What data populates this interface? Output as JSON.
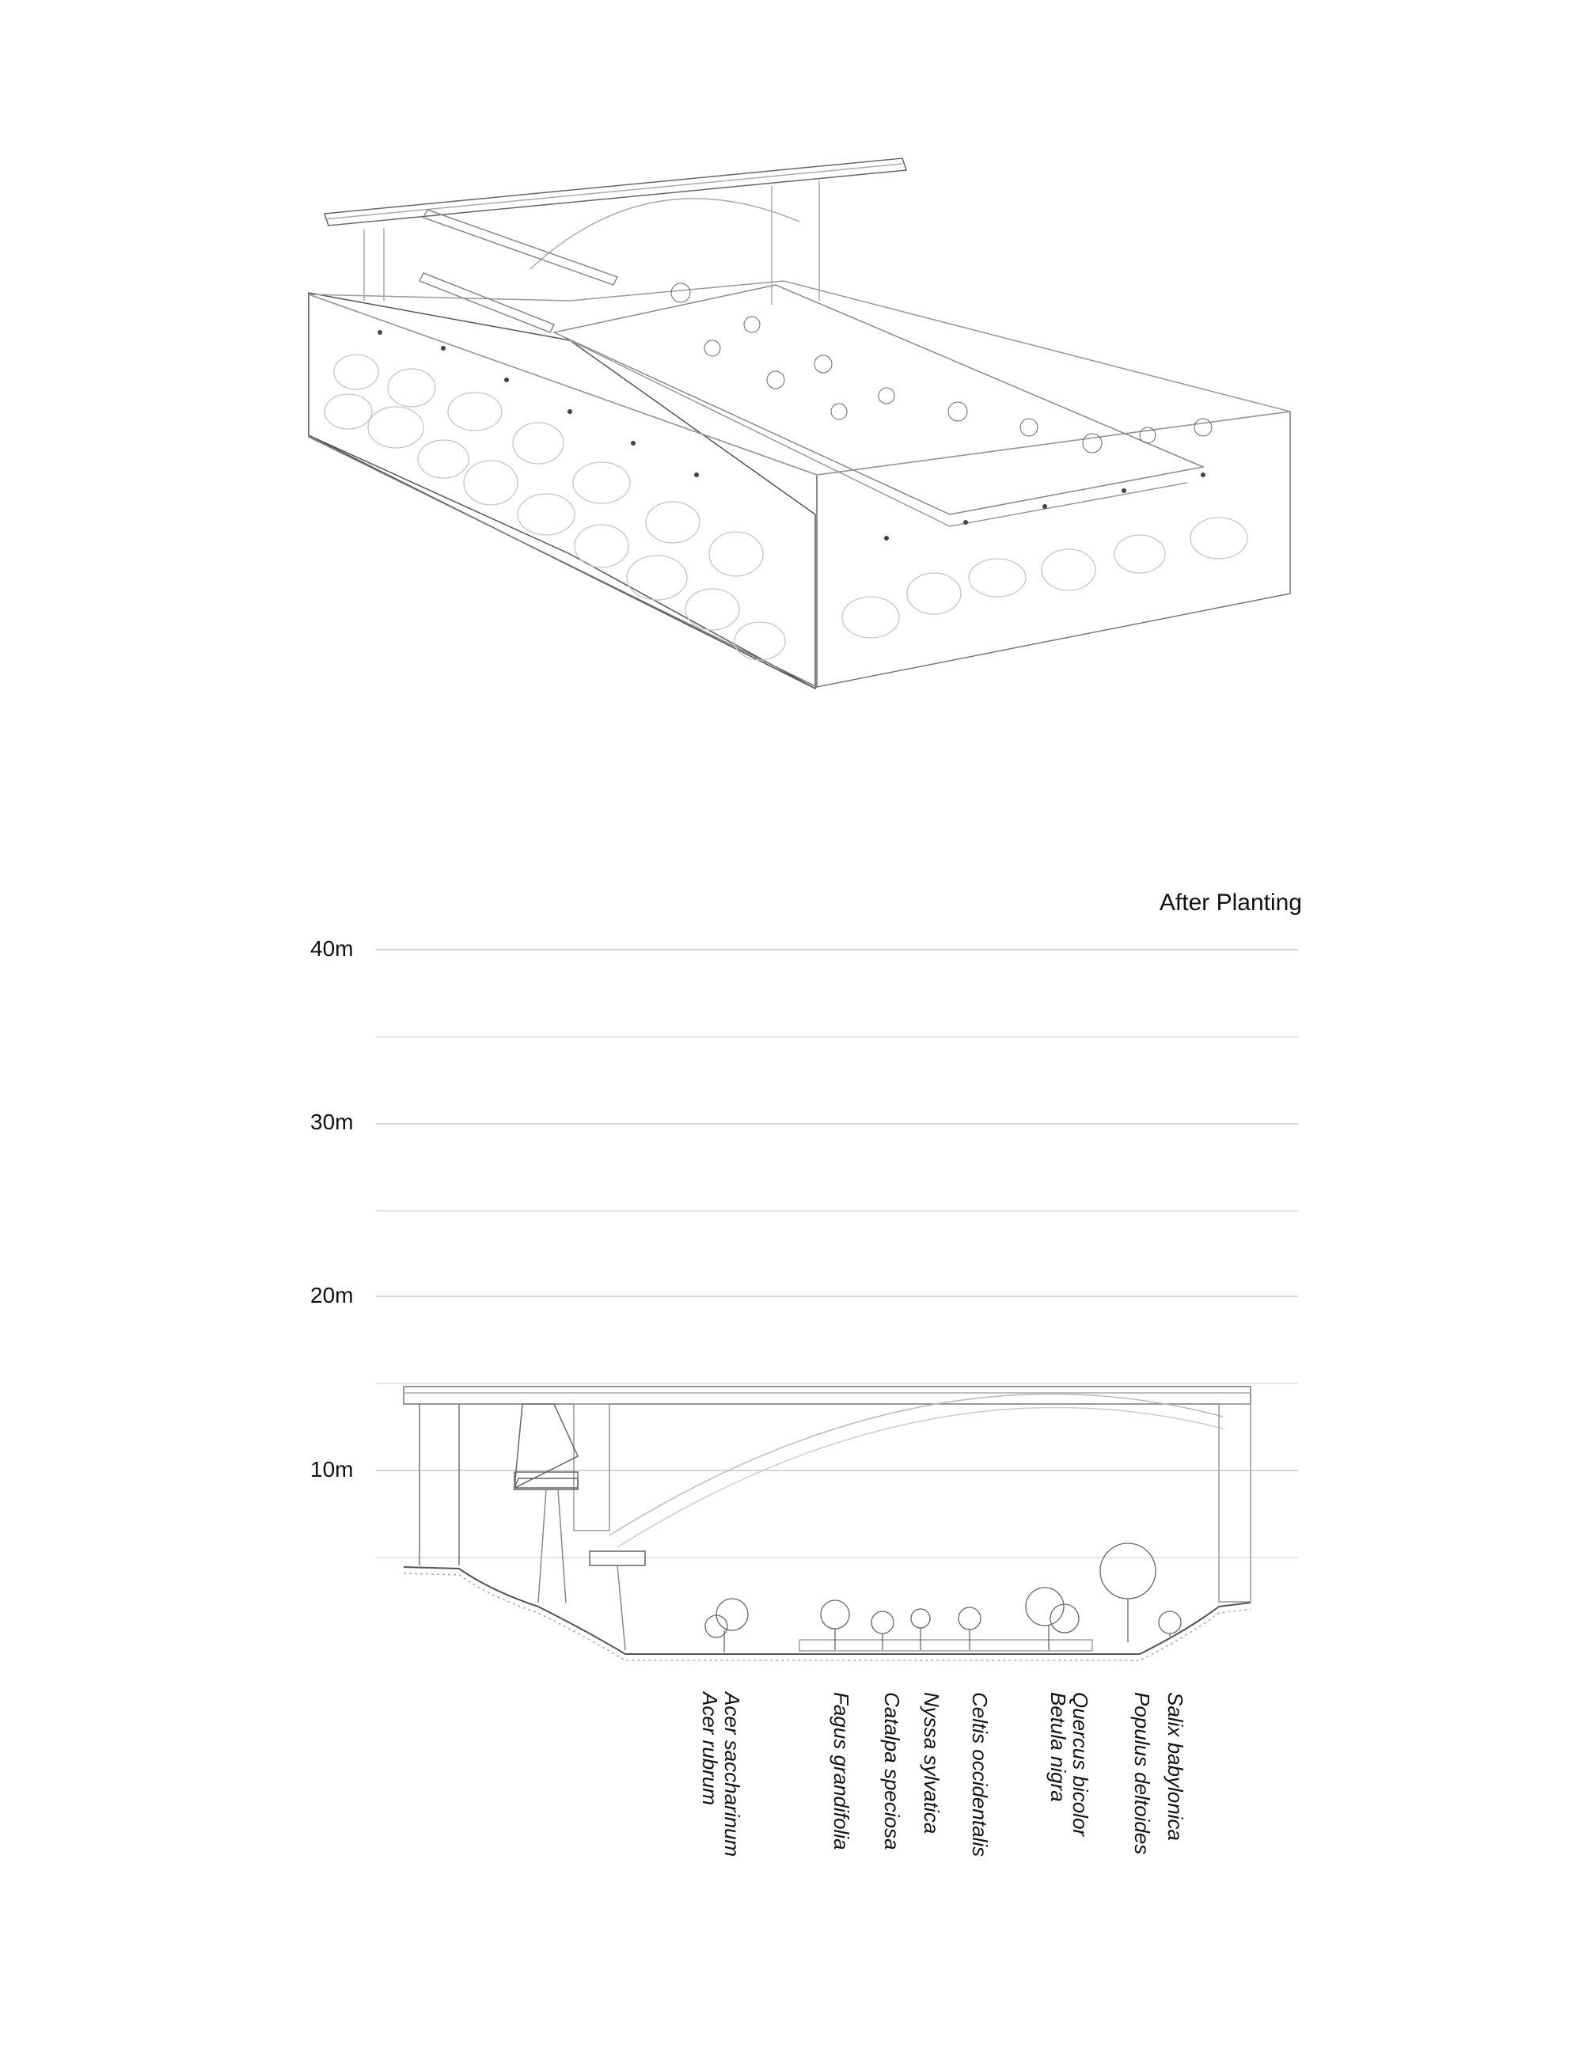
{
  "section_title": "After Planting",
  "height_labels": [
    "40m",
    "30m",
    "20m",
    "10m"
  ],
  "species_groups": [
    [
      "Acer saccharinum",
      "Acer rubrum"
    ],
    [
      "Fagus grandifolia"
    ],
    [
      "Catalpa speciosa"
    ],
    [
      "Nyssa sylvatica"
    ],
    [
      "Celtis occidentalis"
    ],
    [
      "Quercus bicolor",
      "Betula nigra"
    ],
    [
      "Populus deltoides"
    ],
    [
      "Salix babylonica"
    ]
  ],
  "colors": {
    "line": "#8a8a8a",
    "ink": "#333333",
    "grid": "#c8c8c8"
  }
}
